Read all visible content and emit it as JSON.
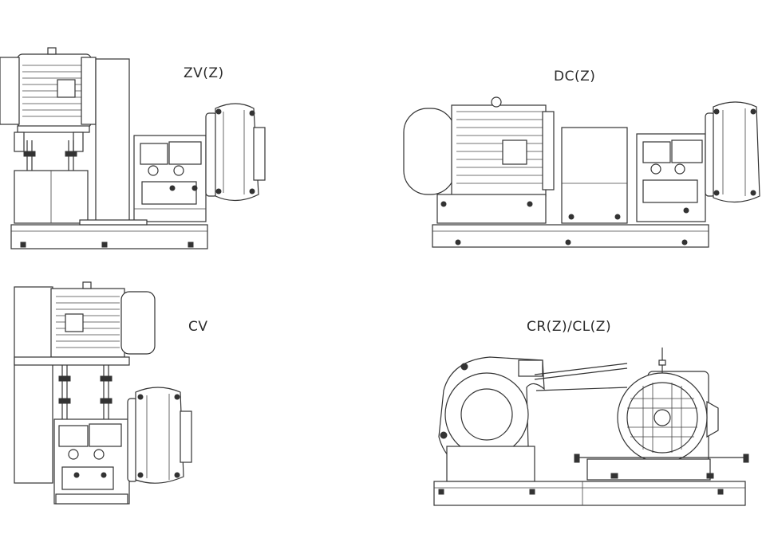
{
  "labels": {
    "zv": "ZV(Z)",
    "dc": "DC(Z)",
    "cv": "CV",
    "cr": "CR(Z)/CL(Z)"
  },
  "colors": {
    "background": "#ffffff",
    "line": "#333333"
  }
}
